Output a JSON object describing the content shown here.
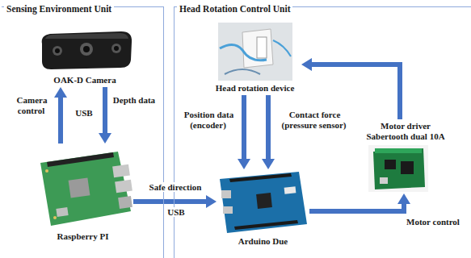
{
  "diagram": {
    "nodes": [
      {
        "text": [
          "Sensing Environment Unit"
        ]
      },
      {
        "text": [
          "OAK-D Camera"
        ],
        "in": 0
      },
      {
        "text": [
          "Raspberry PI"
        ],
        "in": 0
      },
      {
        "text": [
          "Head Rotation Control Unit"
        ]
      },
      {
        "text": [
          "Head rotation device"
        ],
        "in": 3
      },
      {
        "text": [
          "Motor driver Sabertooth dual 10A"
        ],
        "in": 3
      },
      {
        "text": [
          "Arduino Due"
        ],
        "in": 3
      }
    ],
    "edges": [
      {
        "from": 2,
        "to": 1,
        "arrow": "to",
        "label": "Camera control"
      },
      {
        "from": 1,
        "to": 2,
        "arrow": "to",
        "label": "Depth data"
      },
      {
        "from": 2,
        "to": 6,
        "arrow": "to",
        "label": "Safe direction"
      },
      {
        "from": 4,
        "to": 6,
        "arrow": "to",
        "label": "Position data (encoder)"
      },
      {
        "from": 4,
        "to": 6,
        "arrow": "to",
        "label": "Contact force (pressure sensor)"
      },
      {
        "from": 6,
        "to": 5,
        "arrow": "to",
        "label": "Motor control"
      },
      {
        "from": 5,
        "to": 4,
        "arrow": "to"
      }
    ],
    "labels": [
      "USB",
      "USB"
    ]
  }
}
